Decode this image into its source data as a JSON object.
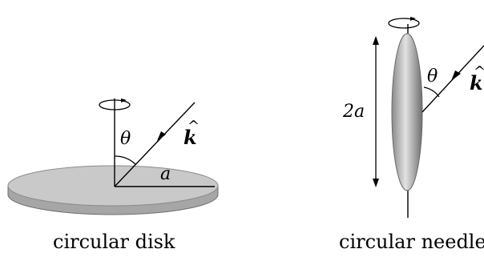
{
  "disk": {
    "theta": "θ",
    "k_vec": "k",
    "k_hat": "^",
    "radius": "a",
    "caption": "circular disk"
  },
  "needle": {
    "theta": "θ",
    "k_vec": "k",
    "k_hat": "^",
    "length": "2a",
    "caption": "circular needle"
  },
  "colors": {
    "ink": "#000000",
    "disk_face": "#c8c8c8",
    "disk_rim": "#a0a0a0",
    "needle_light": "#e0e0e0",
    "needle_dark": "#7a7a7a"
  }
}
